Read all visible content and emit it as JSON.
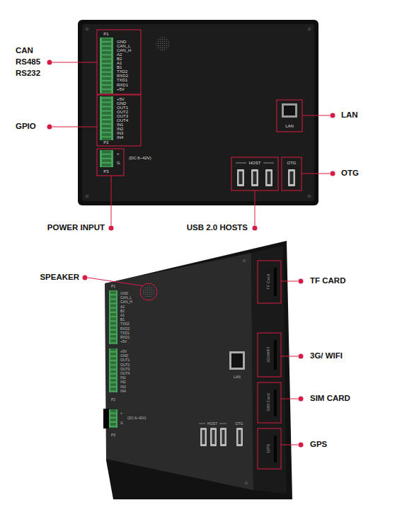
{
  "diagram": {
    "labels": [
      "CAN",
      "RS485",
      "RS232",
      "GPIO",
      "POWER INPUT",
      "USB 2.0 HOSTS",
      "LAN",
      "OTG",
      "P1",
      "GND",
      "CAN_L",
      "CAN_H",
      "A2",
      "B2",
      "A1",
      "B1",
      "TXD2",
      "RXD2",
      "TXD1",
      "RXD1",
      "+5V",
      "+5V",
      "GND",
      "OUT1",
      "OUT2",
      "OUT3",
      "OUT4",
      "IN1",
      "IN2",
      "IN3",
      "IN4",
      "P2",
      "+",
      "G",
      "(DC:6~42V)",
      "P3",
      "LAN",
      "HOST",
      "OTG",
      "SPEAKER",
      "TF CARD",
      "3G/ WIFI",
      "SIM CARD",
      "GPS",
      "P1",
      "GND",
      "CAN_L",
      "CAN_H",
      "A2",
      "B2",
      "A1",
      "B1",
      "TXD2",
      "RXD2",
      "TXD1",
      "RXD1",
      "+5V",
      "+5V",
      "GND",
      "OUT1",
      "OUT2",
      "OUT3",
      "OUT4",
      "IN1",
      "IN2",
      "IN3",
      "IN4",
      "P2",
      "+",
      "G",
      "(DC:6~42V)",
      "P3",
      "LAN",
      "HOST",
      "OTG",
      "TF Card",
      "3G/WIFI",
      "SIM Card",
      "GPS"
    ]
  }
}
